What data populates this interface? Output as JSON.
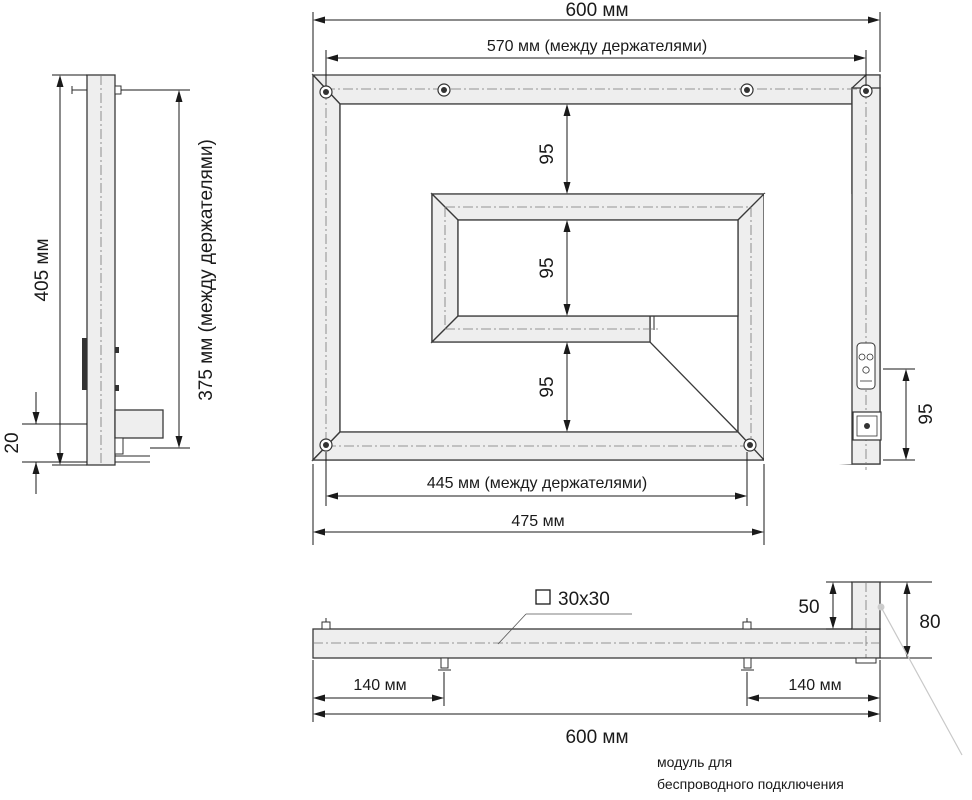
{
  "top_view": {
    "overall_width": "600 мм",
    "holder_width_top": "570 мм (между держателями)",
    "gap_1": "95",
    "gap_2": "95",
    "gap_3": "95",
    "holder_width_bottom": "445 мм (между держателями)",
    "bottom_width": "475 мм",
    "module_offset": "95"
  },
  "side_view": {
    "overall_height": "405 мм",
    "holder_height": "375 мм (между держателями)",
    "bottom_offset": "20"
  },
  "bottom_view": {
    "profile": "30x30",
    "depth_mount": "50",
    "depth_total": "80",
    "holder_offset_left": "140 мм",
    "holder_offset_right": "140 мм",
    "overall_width": "600 мм"
  },
  "callout": {
    "line1": "модуль для",
    "line2": "беспроводного подключения"
  }
}
